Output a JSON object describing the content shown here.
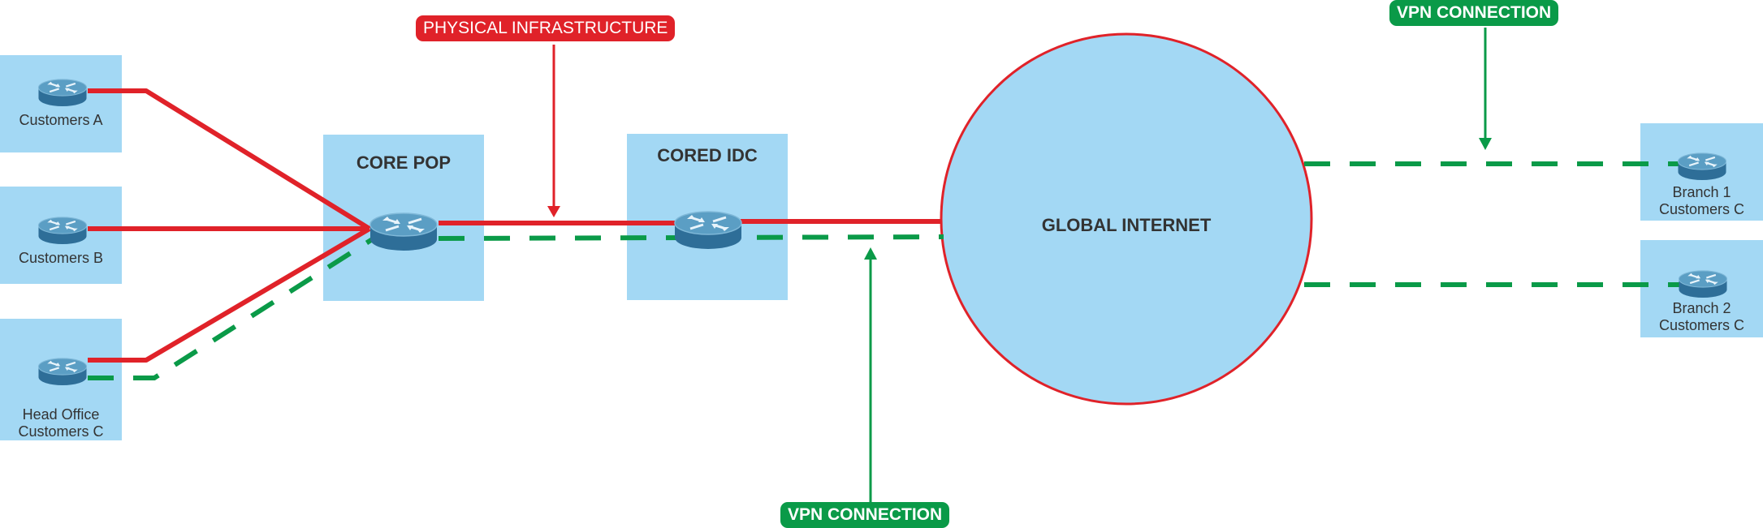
{
  "colors": {
    "box": "#a3d8f4",
    "physical": "#e02229",
    "vpn": "#0a9a48",
    "router_top": "#5b9ec4",
    "router_side": "#2e6e98"
  },
  "nodes": {
    "customers_a": {
      "label": "Customers A"
    },
    "customers_b": {
      "label": "Customers B"
    },
    "head_office": {
      "line1": "Head Office",
      "line2": "Customers C"
    },
    "core_pop": {
      "label": "CORE POP"
    },
    "cored_idc": {
      "label": "CORED IDC"
    },
    "internet": {
      "label": "GLOBAL INTERNET"
    },
    "branch1": {
      "line1": "Branch 1",
      "line2": "Customers C"
    },
    "branch2": {
      "line1": "Branch 2",
      "line2": "Customers C"
    }
  },
  "callouts": {
    "physical": "PHYSICAL INFRASTRUCTURE",
    "vpn_top": "VPN CONNECTION",
    "vpn_bottom": "VPN CONNECTION"
  },
  "icons": [
    "router-icon"
  ]
}
